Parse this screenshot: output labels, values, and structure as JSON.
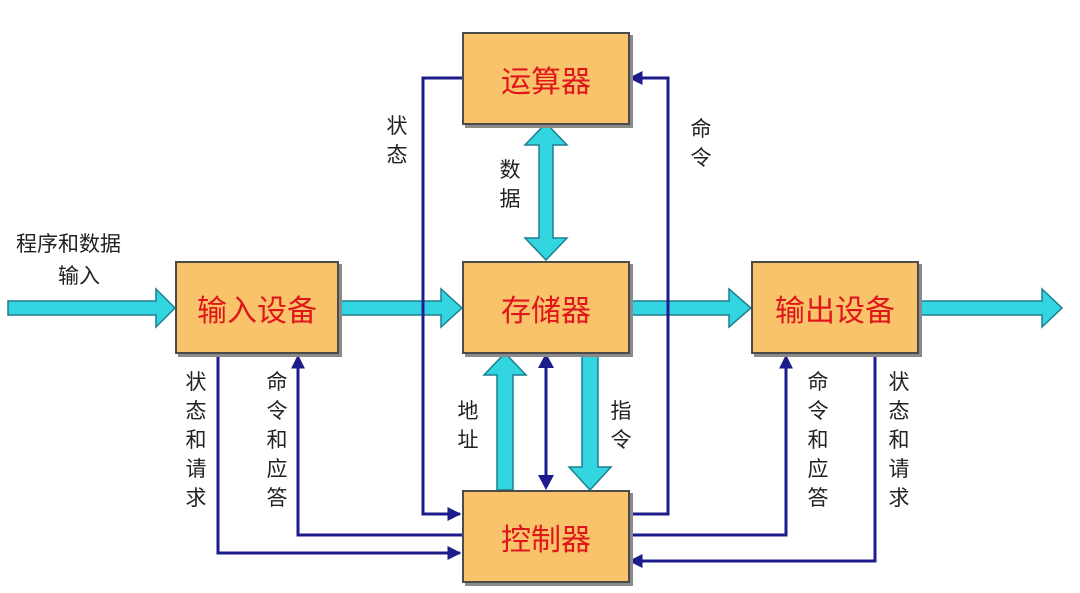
{
  "units": {
    "alu": "运算器",
    "memory": "存储器",
    "input_device": "输入设备",
    "output_device": "输出设备",
    "controller": "控制器"
  },
  "labels": {
    "program_input_line1": "程序和数据",
    "program_input_line2": "输入",
    "status_alu": "状态",
    "command_alu": "命令",
    "data": "数据",
    "address": "地址",
    "instruction": "指令",
    "input_status_request": "状态和请求",
    "input_command_response": "命令和应答",
    "output_command_response": "命令和应答",
    "output_status_request": "状态和请求"
  },
  "colors": {
    "box_fill": "#f9c36b",
    "box_text": "#e0161b",
    "data_arrow": "#33d6e0",
    "control_line": "#1c1c8c"
  }
}
